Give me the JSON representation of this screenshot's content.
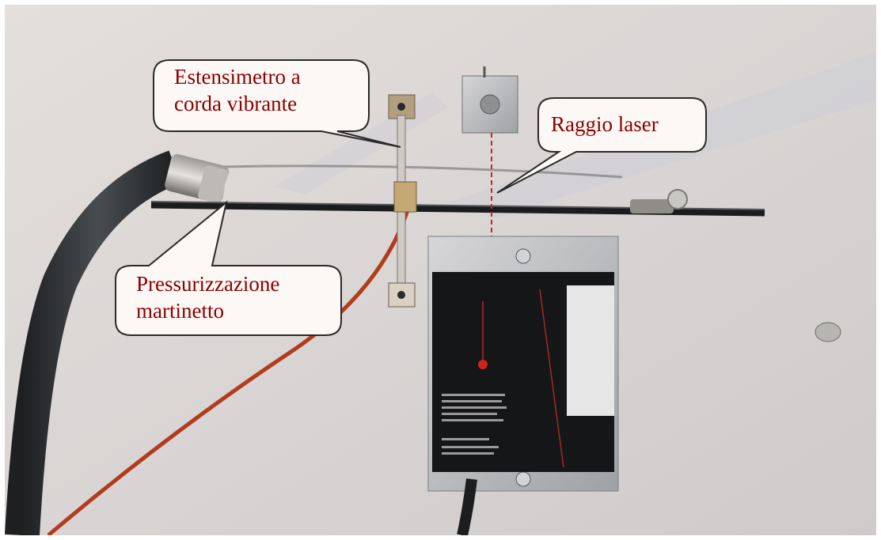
{
  "callouts": {
    "strain_gauge": {
      "line1": "Estensimetro a",
      "line2": "corda vibrante"
    },
    "laser": {
      "label": "Raggio laser"
    },
    "pressurization": {
      "line1": "Pressurizzazione",
      "line2": "martinetto"
    }
  },
  "colors": {
    "text": "#8b0000",
    "callout_fill": "#fbf8f5",
    "wall": "#dcd7d4",
    "laser": "#c4281f",
    "cable": "#b23c1c",
    "hose": "#2f3234"
  }
}
